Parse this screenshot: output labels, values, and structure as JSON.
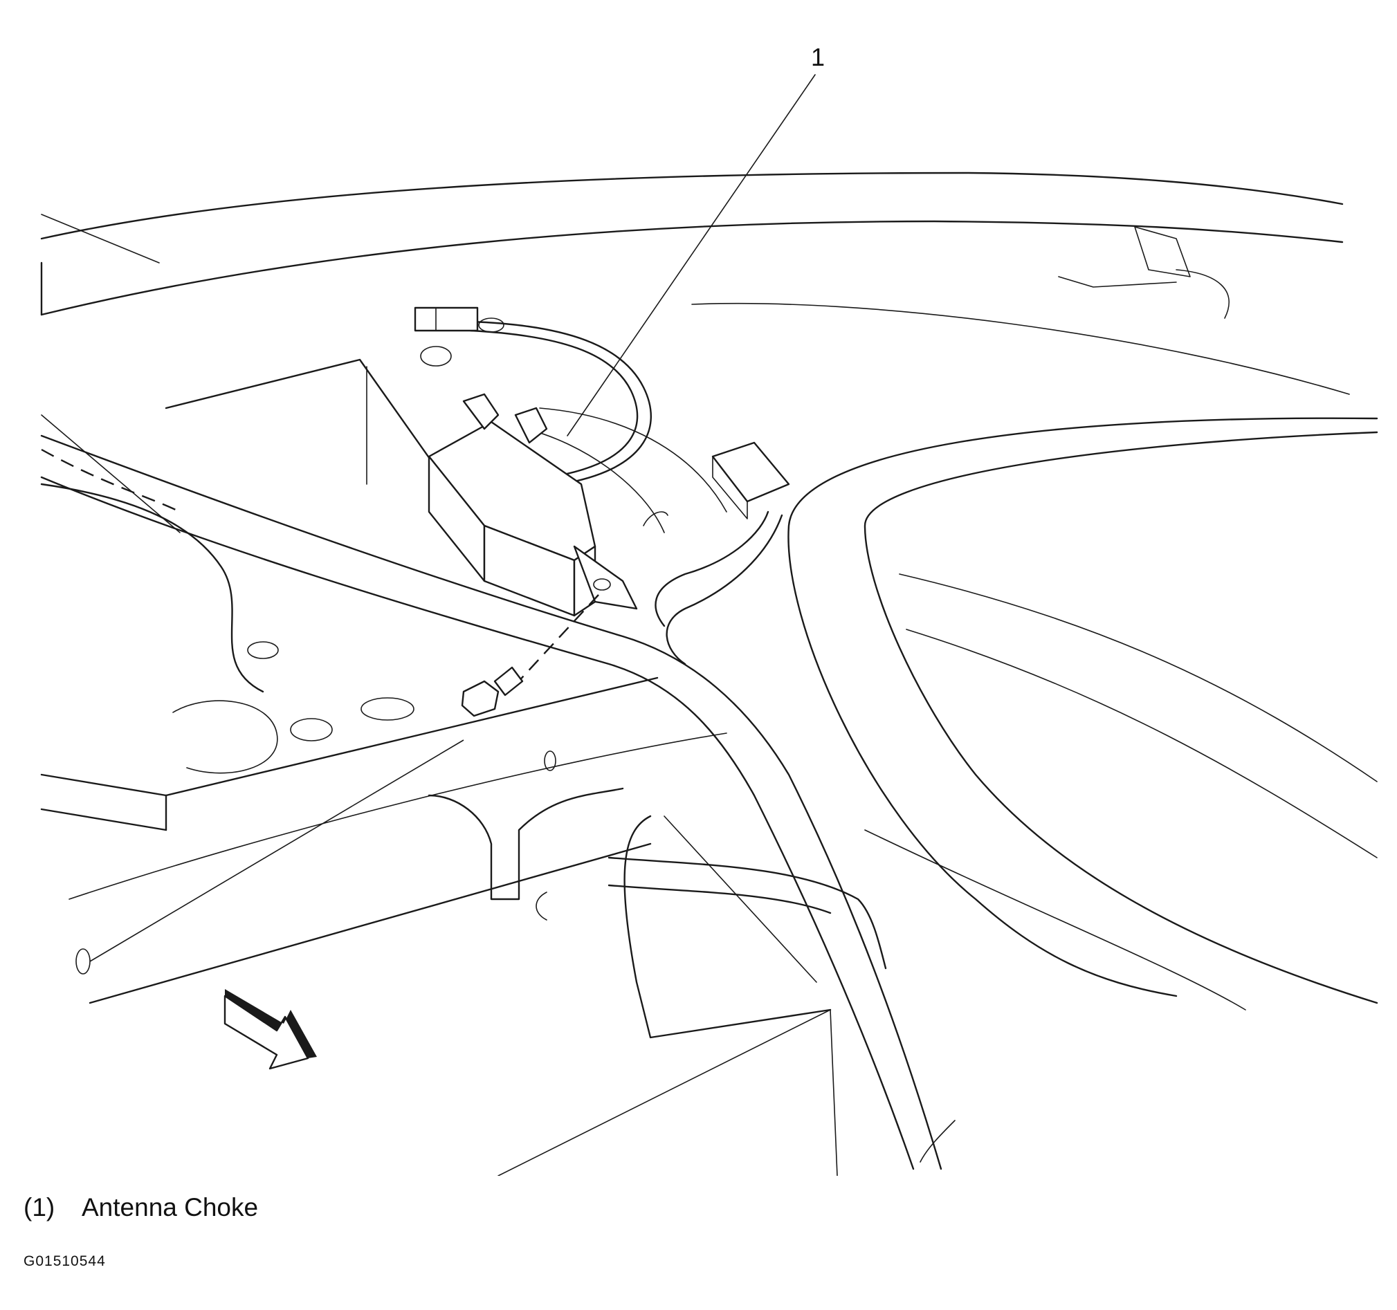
{
  "callout": {
    "number": "1"
  },
  "legend": [
    {
      "number": "(1)",
      "label": "Antenna Choke"
    }
  ],
  "figure_id": "G01510544",
  "icons": {
    "direction_arrow": "front-direction-arrow-icon"
  }
}
